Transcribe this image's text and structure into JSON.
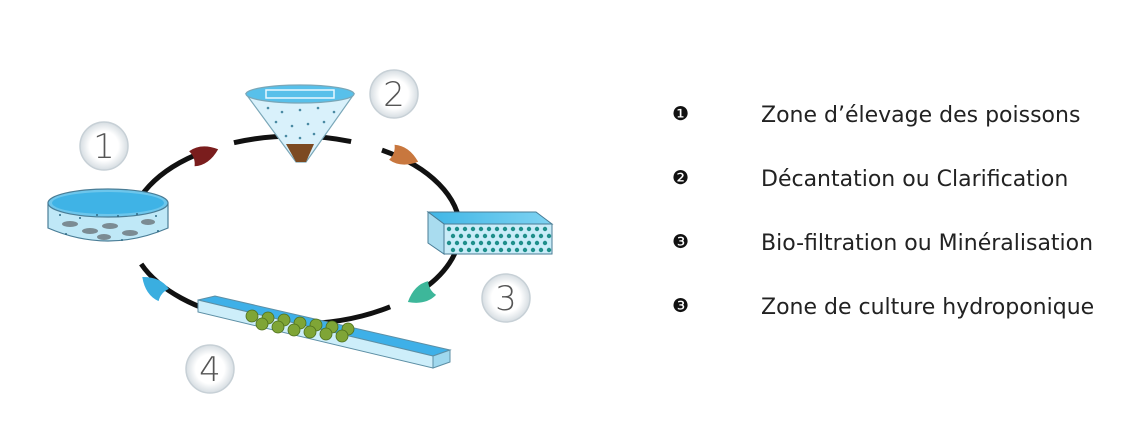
{
  "diagram": {
    "steps": [
      {
        "number": "1",
        "marker": "❶",
        "label": "Zone d’élevage des poissons",
        "color": "#5bbde0"
      },
      {
        "number": "2",
        "marker": "❷",
        "label": "Décantation ou Clarification",
        "color": "#8b5a2b"
      },
      {
        "number": "3",
        "marker": "❸",
        "label": "Bio-filtration ou Minéralisation",
        "color": "#3bb8a0"
      },
      {
        "number": "4",
        "marker": "❸",
        "label": "Zone de culture hydroponique",
        "color": "#4fb2e6"
      }
    ],
    "arrows": [
      {
        "name": "arrow-1-to-2",
        "color": "#7a1d1d"
      },
      {
        "name": "arrow-2-to-3",
        "color": "#c8773e"
      },
      {
        "name": "arrow-3-to-4",
        "color": "#3db79a"
      },
      {
        "name": "arrow-4-to-1",
        "color": "#3aaee0"
      }
    ]
  }
}
